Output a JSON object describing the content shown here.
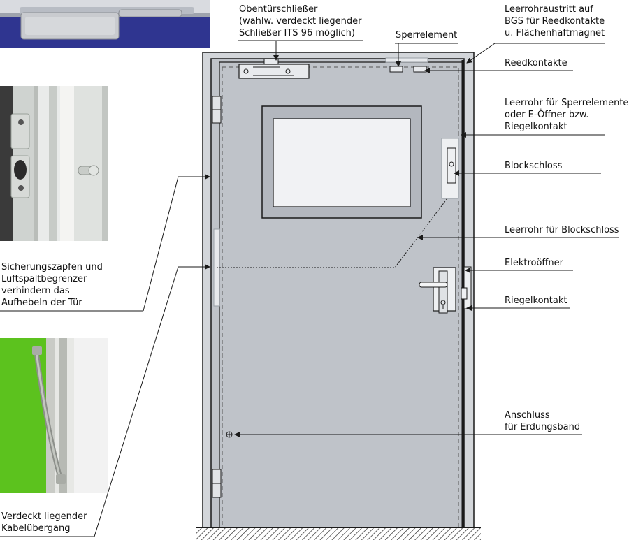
{
  "labels": {
    "closer": "Obentürschließer\n(wahlw. verdeckt liegender\nSchließer ITS 96 möglich)",
    "locking_element": "Sperrelement",
    "conduit_exit": "Leerrohraustritt auf\nBGS für Reedkontakte\nu. Flächenhaftmagnet",
    "reed_contacts": "Reedkontakte",
    "conduit_locking": "Leerrohr für Sperrelemente\noder E-Öffner bzw.\nRiegelkontakt",
    "block_lock": "Blockschloss",
    "conduit_block_lock": "Leerrohr für Blockschloss",
    "electric_opener": "Elektroöffner",
    "bolt_contact": "Riegelkontakt",
    "grounding": "Anschluss\nfür Erdungsband",
    "security_pins": "Sicherungszapfen und\nLuftspaltbegrenzer\nverhindern das\nAufhebeln der Tür",
    "cable_transfer": "Verdeckt liegender\nKabelübergang"
  },
  "colors": {
    "door_fill": "#bfc3c9",
    "frame_fill": "#d3d6da",
    "line": "#1a1a1a",
    "photo_blue": "#2f3590",
    "photo_green": "#5cc21e"
  }
}
